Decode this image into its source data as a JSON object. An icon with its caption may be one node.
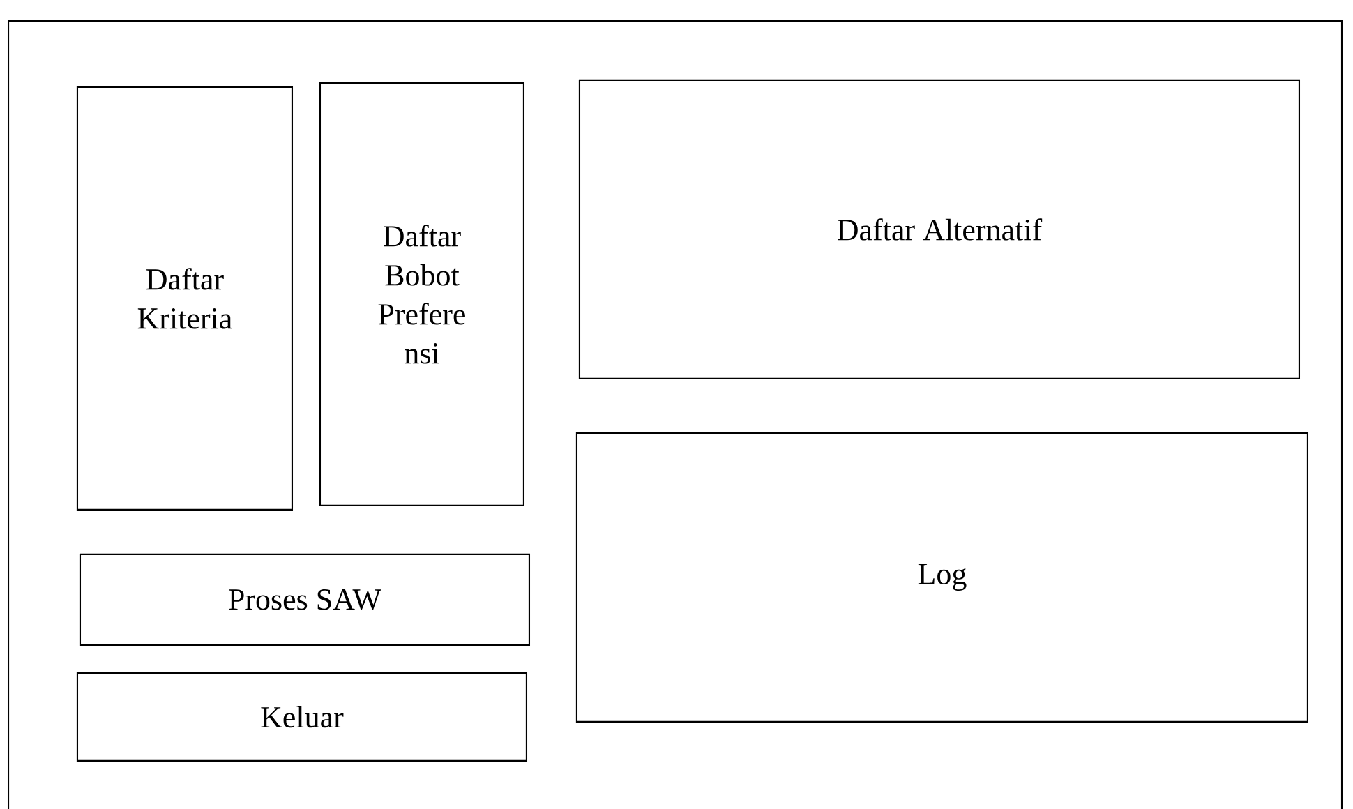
{
  "diagram": {
    "nodes": [
      {
        "text": [],
        "shape": "box"
      },
      {
        "text": [
          "Daftar Kriteria"
        ],
        "in": 0
      },
      {
        "text": [
          "Daftar Bobot Prefere nsi"
        ],
        "in": 0
      },
      {
        "text": [
          "Daftar Alternatif"
        ],
        "in": 0
      },
      {
        "text": [
          "Log"
        ],
        "in": 0
      },
      {
        "text": [
          "Proses SAW"
        ],
        "in": 0
      },
      {
        "text": [
          "Keluar"
        ],
        "in": 0
      }
    ]
  }
}
